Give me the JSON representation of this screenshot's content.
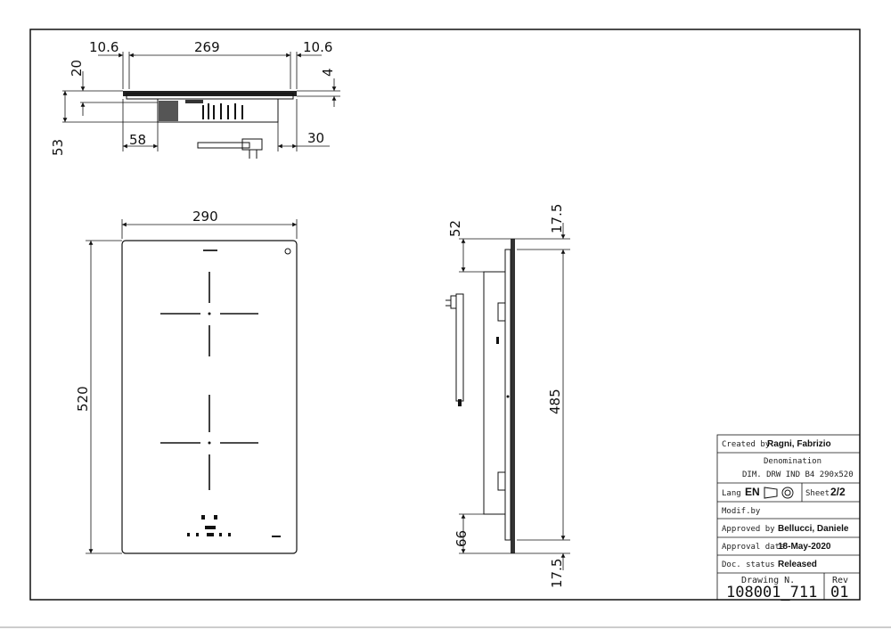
{
  "drawing": {
    "top_view": {
      "dim_left_edge": "10.6",
      "dim_width": "269",
      "dim_right_edge": "10.6",
      "dim_height_20": "20",
      "dim_glass_4": "4",
      "dim_depth_53": "53",
      "dim_offset_58": "58",
      "dim_offset_30": "30"
    },
    "front_view": {
      "dim_width": "290",
      "dim_height": "520"
    },
    "side_view": {
      "dim_52": "52",
      "dim_top_17": "17.5",
      "dim_485": "485",
      "dim_66": "66",
      "dim_bottom_17": "17.5"
    }
  },
  "title_block": {
    "created_by_label": "Created by",
    "created_by_value": "Ragni, Fabrizio",
    "denomination_label": "Denomination",
    "denomination_value": "DIM. DRW IND B4 290x520",
    "lang_label": "Lang",
    "lang_value": "EN",
    "sheet_label": "Sheet",
    "sheet_value": "2/2",
    "modif_label": "Modif.by",
    "approved_label": "Approved by",
    "approved_value": "Bellucci, Daniele",
    "approval_date_label": "Approval date",
    "approval_date_value": "18-May-2020",
    "doc_status_label": "Doc. status",
    "doc_status_value": "Released",
    "drawing_no_label": "Drawing N.",
    "drawing_no_value": "108001_711",
    "rev_label": "Rev",
    "rev_value": "01"
  }
}
